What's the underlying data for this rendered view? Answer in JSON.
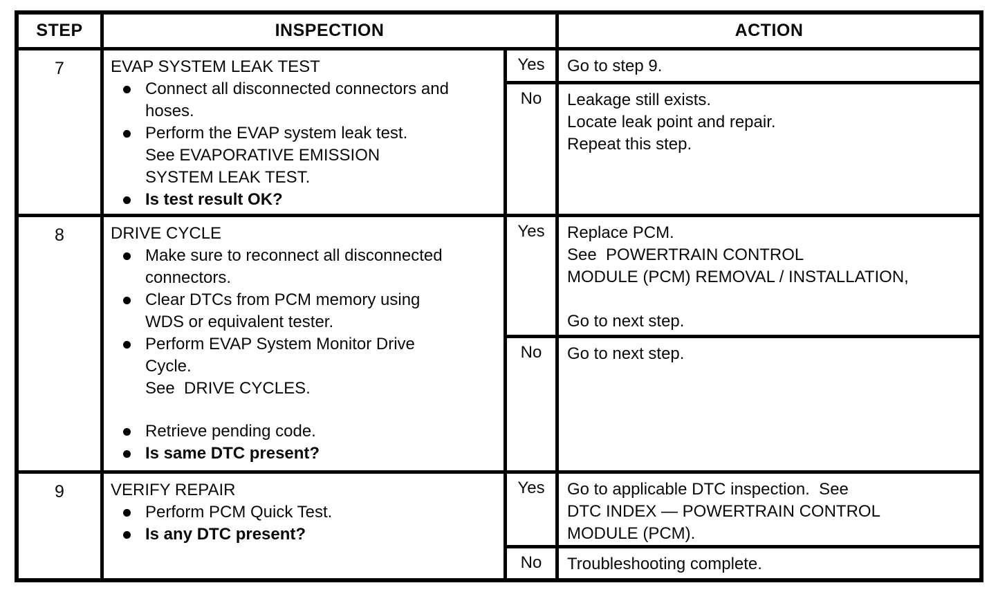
{
  "table": {
    "headers": {
      "step": "STEP",
      "inspection": "INSPECTION",
      "action": "ACTION"
    },
    "rows": [
      {
        "step": "7",
        "title": "EVAP SYSTEM LEAK TEST",
        "bullets": [
          {
            "text": "Connect all disconnected connectors and\nhoses.",
            "bold": false
          },
          {
            "text": "Perform the EVAP system leak test.\nSee EVAPORATIVE EMISSION\nSYSTEM LEAK TEST.",
            "bold": false
          },
          {
            "text": "Is test result OK?",
            "bold": true
          }
        ],
        "branches": [
          {
            "label": "Yes",
            "action": "Go to step 9."
          },
          {
            "label": "No",
            "action": "Leakage still exists.\nLocate leak point and repair.\nRepeat this step."
          }
        ]
      },
      {
        "step": "8",
        "title": "DRIVE CYCLE",
        "bullets": [
          {
            "text": "Make sure to reconnect all disconnected\nconnectors.",
            "bold": false
          },
          {
            "text": "Clear DTCs from PCM memory using\nWDS or equivalent tester.",
            "bold": false
          },
          {
            "text": "Perform EVAP System Monitor Drive\nCycle.\nSee  DRIVE CYCLES.",
            "bold": false
          },
          {
            "text": "Retrieve pending code.",
            "bold": false,
            "gap_above": true
          },
          {
            "text": "Is same DTC present?",
            "bold": true
          }
        ],
        "branches": [
          {
            "label": "Yes",
            "action": "Replace PCM.\nSee  POWERTRAIN CONTROL\nMODULE (PCM) REMOVAL / INSTALLATION,\n\nGo to next step."
          },
          {
            "label": "No",
            "action": "Go to next step."
          }
        ]
      },
      {
        "step": "9",
        "title": "VERIFY REPAIR",
        "bullets": [
          {
            "text": "Perform PCM Quick Test.",
            "bold": false
          },
          {
            "text": "Is any DTC present?",
            "bold": true
          }
        ],
        "branches": [
          {
            "label": "Yes",
            "action": "Go to applicable DTC inspection.  See\nDTC INDEX — POWERTRAIN CONTROL\nMODULE (PCM)."
          },
          {
            "label": "No",
            "action": "Troubleshooting complete."
          }
        ]
      }
    ]
  }
}
